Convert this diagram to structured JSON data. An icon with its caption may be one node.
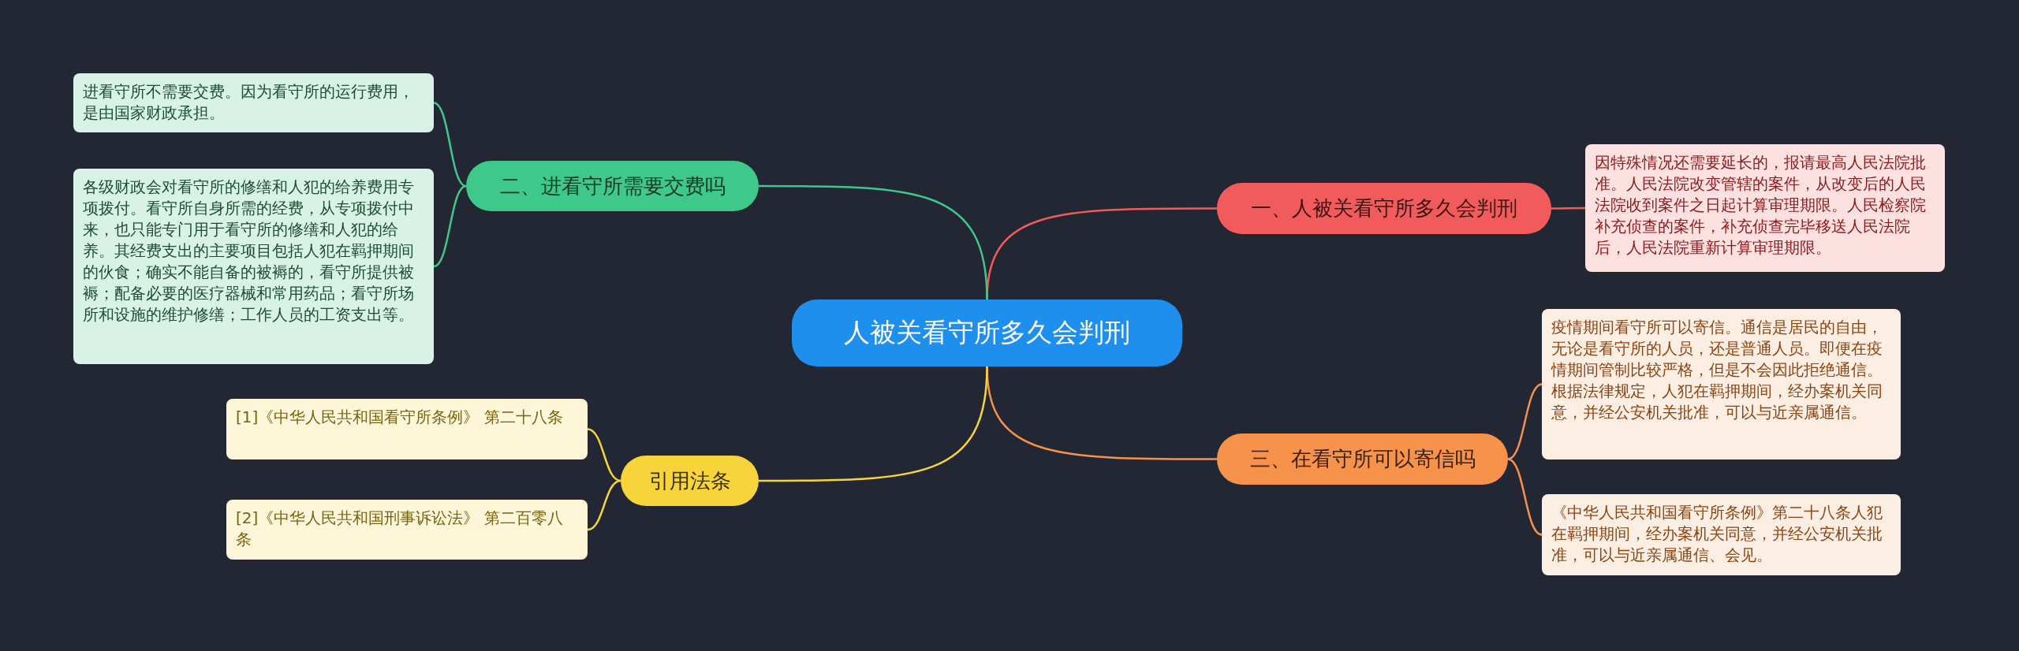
{
  "diagram": {
    "nodes": [
      {
        "text": [
          "人被关看守所多久会判刑"
        ]
      },
      {
        "text": [
          "一、人被关看守所多久会判刑"
        ]
      },
      {
        "text": [
          "因特殊情况还需要延长的，报请最高人民法院批准。人民法院改变管辖的案件，从改变后的人民法院收到案件之日起计算审理期限。人民检察院补充侦查的案件，补充侦查完毕移送人民法院后，人民法院重新计算审理期限。"
        ]
      },
      {
        "text": [
          "三、在看守所可以寄信吗"
        ]
      },
      {
        "text": [
          "疫情期间看守所可以寄信。通信是居民的自由，无论是看守所的人员，还是普通人员。即便在疫情期间管制比较严格，但是不会因此拒绝通信。根据法律规定，人犯在羁押期间，经办案机关同意，并经公安机关批准，可以与近亲属通信。"
        ]
      },
      {
        "text": [
          "《中华人民共和国看守所条例》第二十八条人犯在羁押期间，经办案机关同意，并经公安机关批准，可以与近亲属通信、会见。"
        ]
      },
      {
        "text": [
          "二、进看守所需要交费吗"
        ]
      },
      {
        "text": [
          "进看守所不需要交费。因为看守所的运行费用，是由国家财政承担。"
        ]
      },
      {
        "text": [
          "各级财政会对看守所的修缮和人犯的给养费用专项拨付。看守所自身所需的经费，从专项拨付中来，也只能专门用于看守所的修缮和人犯的给养。其经费支出的主要项目包括人犯在羁押期间的伙食；确实不能自备的被褥的，看守所提供被褥；配备必要的医疗器械和常用药品；看守所场所和设施的维护修缮；工作人员的工资支出等。"
        ]
      },
      {
        "text": [
          "引用法条"
        ]
      },
      {
        "text": [
          "[1]《中华人民共和国看守所条例》 第二十八条"
        ]
      },
      {
        "text": [
          "[2]《中华人民共和国刑事诉讼法》 第二百零八条"
        ]
      }
    ],
    "edges": [
      {
        "from": 0,
        "to": 1,
        "arrow": "none",
        "color": "#f25b5b"
      },
      {
        "from": 1,
        "to": 2,
        "arrow": "none",
        "color": "#f25b5b"
      },
      {
        "from": 0,
        "to": 3,
        "arrow": "none",
        "color": "#f7924a"
      },
      {
        "from": 3,
        "to": 4,
        "arrow": "none",
        "color": "#f7924a"
      },
      {
        "from": 3,
        "to": 5,
        "arrow": "none",
        "color": "#f7924a"
      },
      {
        "from": 0,
        "to": 6,
        "arrow": "none",
        "color": "#3ec98a"
      },
      {
        "from": 6,
        "to": 7,
        "arrow": "none",
        "color": "#3ec98a"
      },
      {
        "from": 6,
        "to": 8,
        "arrow": "none",
        "color": "#3ec98a"
      },
      {
        "from": 0,
        "to": 9,
        "arrow": "none",
        "color": "#f7d53a"
      },
      {
        "from": 9,
        "to": 10,
        "arrow": "none",
        "color": "#f7d53a"
      },
      {
        "from": 9,
        "to": 11,
        "arrow": "none",
        "color": "#f7d53a"
      }
    ]
  }
}
